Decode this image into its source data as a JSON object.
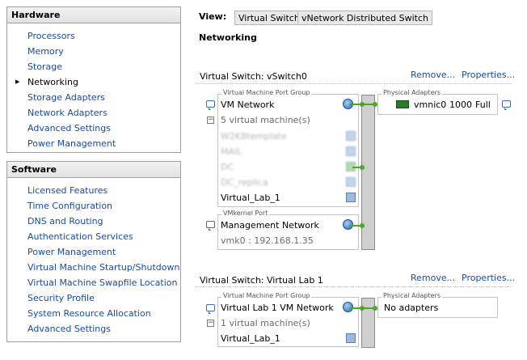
{
  "hardware": {
    "title": "Hardware",
    "items": [
      "Processors",
      "Memory",
      "Storage",
      "Networking",
      "Storage Adapters",
      "Network Adapters",
      "Advanced Settings",
      "Power Management"
    ]
  },
  "software": {
    "title": "Software",
    "items": [
      "Licensed Features",
      "Time Configuration",
      "DNS and Routing",
      "Authentication Services",
      "Power Management",
      "Virtual Machine Startup/Shutdown",
      "Virtual Machine Swapfile Location",
      "Security Profile",
      "System Resource Allocation",
      "Advanced Settings"
    ]
  },
  "view": {
    "label": "View:",
    "options": [
      "Virtual Switch",
      "vNetwork Distributed Switch"
    ],
    "selected": "Virtual Switch"
  },
  "section_title": "Networking",
  "switches": [
    {
      "title": "Virtual Switch: vSwitch0",
      "remove": "Remove...",
      "properties": "Properties...",
      "port_group_legend": "Virtual Machine Port Group",
      "port_group_name": "VM Network",
      "vm_count": "5 virtual machine(s)",
      "vms": [
        "W2K8template",
        "MAIL",
        "DC",
        "DC_replica",
        "Virtual_Lab_1"
      ],
      "vmkernel_legend": "VMkernel Port",
      "vmkernel_name": "Management Network",
      "vmkernel_ip": "vmk0 : 192.168.1.35",
      "adapters_legend": "Physical Adapters",
      "adapter": {
        "name": "vmnic0",
        "speed": "1000",
        "duplex": "Full"
      }
    },
    {
      "title": "Virtual Switch: Virtual Lab 1",
      "remove": "Remove...",
      "properties": "Properties...",
      "port_group_legend": "Virtual Machine Port Group",
      "port_group_name": "Virtual Lab 1 VM Network",
      "vm_count": "1 virtual machine(s)",
      "vms": [
        "Virtual_Lab_1"
      ],
      "adapters_legend": "Physical Adapters",
      "no_adapters": "No adapters"
    }
  ],
  "colors": {
    "link": "#1a4ba6",
    "wire": "#4aa82a",
    "bus": "#cfcfcf"
  }
}
